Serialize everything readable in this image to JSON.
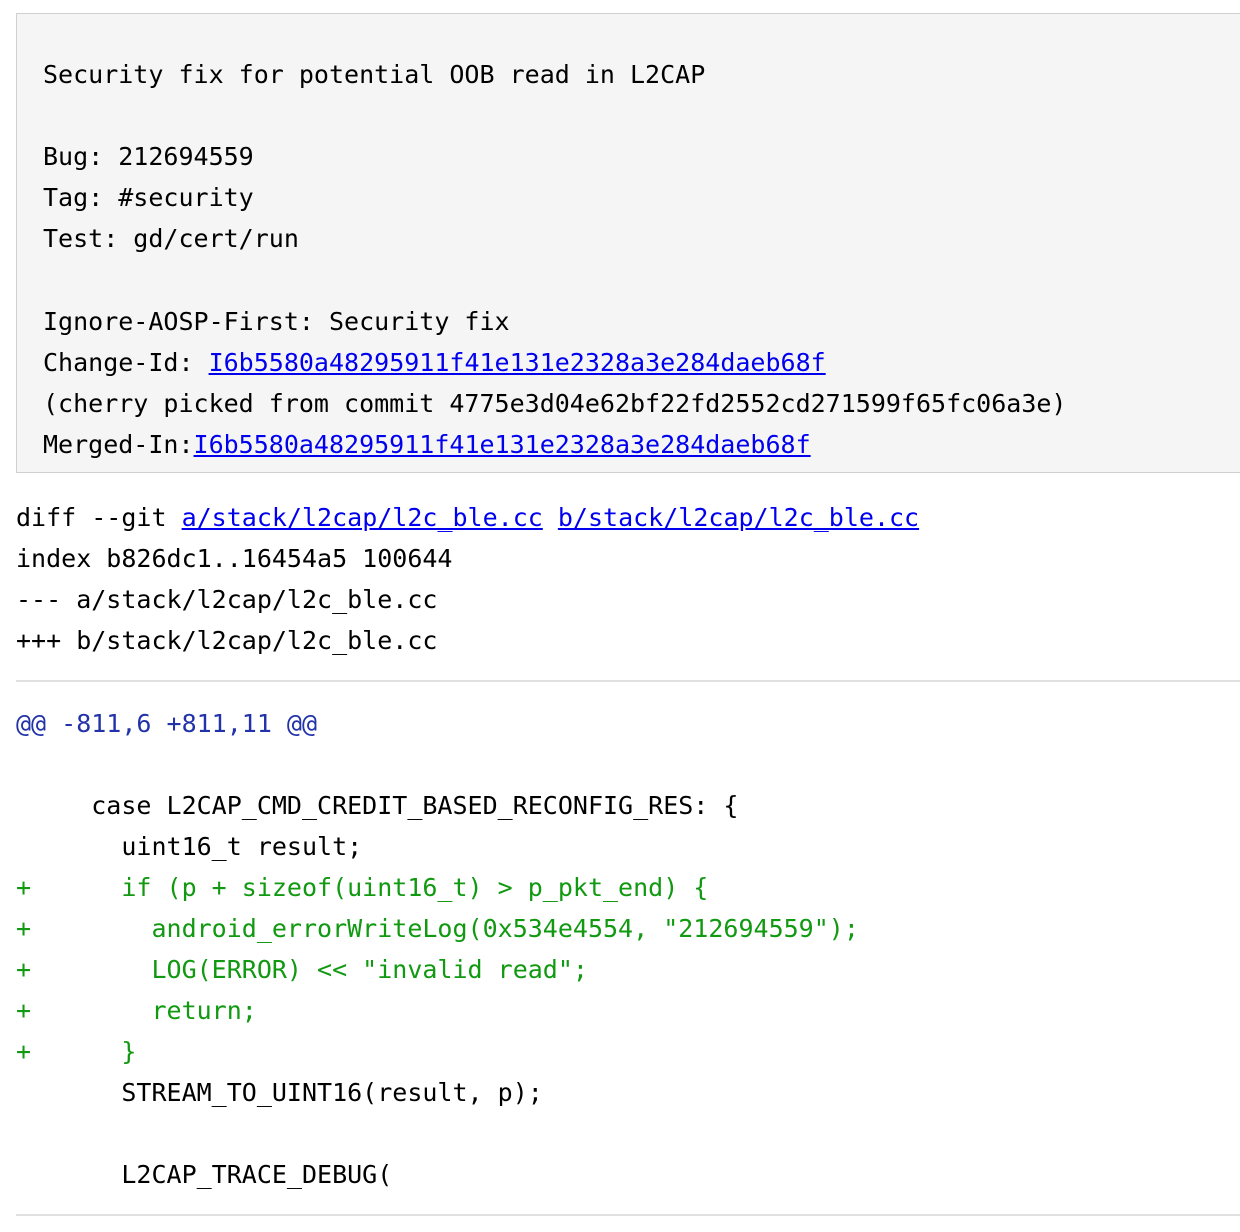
{
  "commit": {
    "title": "Security fix for potential OOB read in L2CAP",
    "bug": "Bug: 212694559",
    "tag": "Tag: #security",
    "test": "Test: gd/cert/run",
    "ignore_aosp": "Ignore-AOSP-First: Security fix",
    "change_id_label": "Change-Id: ",
    "change_id_link": "I6b5580a48295911f41e131e2328a3e284daeb68f",
    "cherry_picked": "(cherry picked from commit 4775e3d04e62bf22fd2552cd271599f65fc06a3e)",
    "merged_in_label": "Merged-In:",
    "merged_in_link": "I6b5580a48295911f41e131e2328a3e284daeb68f"
  },
  "diff_header": {
    "prefix": "diff --git ",
    "file_a": "a/stack/l2cap/l2c_ble.cc",
    "file_b": "b/stack/l2cap/l2c_ble.cc",
    "index": "index b826dc1..16454a5 100644",
    "minus": "--- a/stack/l2cap/l2c_ble.cc",
    "plus": "+++ b/stack/l2cap/l2c_ble.cc"
  },
  "hunk": {
    "header": "@@ -811,6 +811,11 @@",
    "lines": [
      {
        "kind": "ctx",
        "marker": "",
        "text": "     case L2CAP_CMD_CREDIT_BASED_RECONFIG_RES: {"
      },
      {
        "kind": "ctx",
        "marker": "",
        "text": "       uint16_t result;"
      },
      {
        "kind": "add",
        "marker": "+",
        "text": "       if (p + sizeof(uint16_t) > p_pkt_end) {"
      },
      {
        "kind": "add",
        "marker": "+",
        "text": "         android_errorWriteLog(0x534e4554, \"212694559\");"
      },
      {
        "kind": "add",
        "marker": "+",
        "text": "         LOG(ERROR) << \"invalid read\";"
      },
      {
        "kind": "add",
        "marker": "+",
        "text": "         return;"
      },
      {
        "kind": "add",
        "marker": "+",
        "text": "       }"
      },
      {
        "kind": "ctx",
        "marker": "",
        "text": "       STREAM_TO_UINT16(result, p);"
      },
      {
        "kind": "ctx",
        "marker": "",
        "text": ""
      },
      {
        "kind": "ctx",
        "marker": "",
        "text": "       L2CAP_TRACE_DEBUG("
      }
    ]
  }
}
